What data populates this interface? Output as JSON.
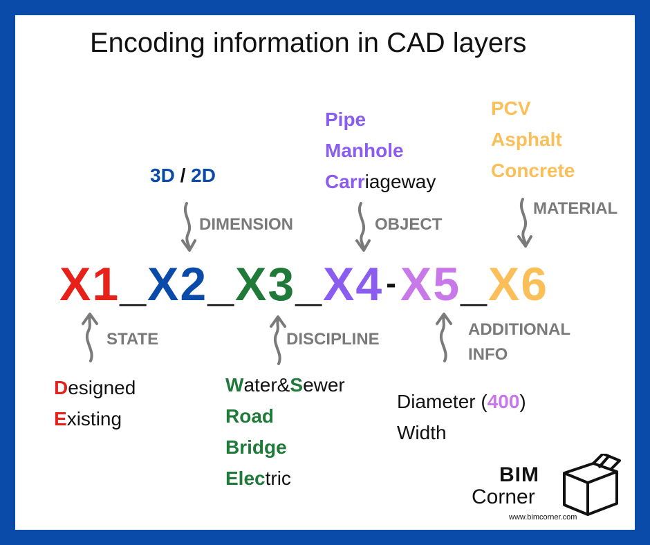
{
  "title": "Encoding information in CAD layers",
  "colors": {
    "state": "#e8201a",
    "dimension": "#0a4aa8",
    "discipline": "#1f7a3a",
    "object": "#8a5cf0",
    "additional": "#c878e8",
    "material": "#fbbf5a",
    "label": "#7a7a7a",
    "frame": "#0a4aa8"
  },
  "code": {
    "x1": "X1",
    "sep1": "_",
    "x2": "X2",
    "sep2": "_",
    "x3": "X3",
    "sep3": "_",
    "x4": "X4",
    "sep4": "-",
    "x5": "X5",
    "sep5": "_",
    "x6": "X6"
  },
  "dimension": {
    "opt1": "3D",
    "slash": "/",
    "opt2": "2D",
    "label": "DIMENSION"
  },
  "object": {
    "label": "OBJECT",
    "items": [
      "Pipe",
      "Manhole"
    ],
    "carriageway": {
      "abbr": "Carr",
      "rest": "iageway"
    }
  },
  "material": {
    "label": "MATERIAL",
    "items": [
      "PCV",
      "Asphalt",
      "Concrete"
    ]
  },
  "state": {
    "label": "STATE",
    "items": [
      {
        "abbr": "D",
        "rest": "esigned"
      },
      {
        "abbr": "E",
        "rest": "xisting"
      }
    ]
  },
  "discipline": {
    "label": "DISCIPLINE",
    "water": {
      "a1": "W",
      "r1": "ater&",
      "a2": "S",
      "r2": "ewer"
    },
    "items": [
      "Road",
      "Bridge"
    ],
    "electric": {
      "abbr": "Elec",
      "rest": "tric"
    }
  },
  "additional": {
    "label1": "ADDITIONAL",
    "label2": "INFO",
    "diameter": {
      "pre": "Diameter (",
      "value": "400",
      "post": ")"
    },
    "width": "Width"
  },
  "logo": {
    "bim": "BIM",
    "corner": "Corner",
    "url": "www.bimcorner.com"
  }
}
